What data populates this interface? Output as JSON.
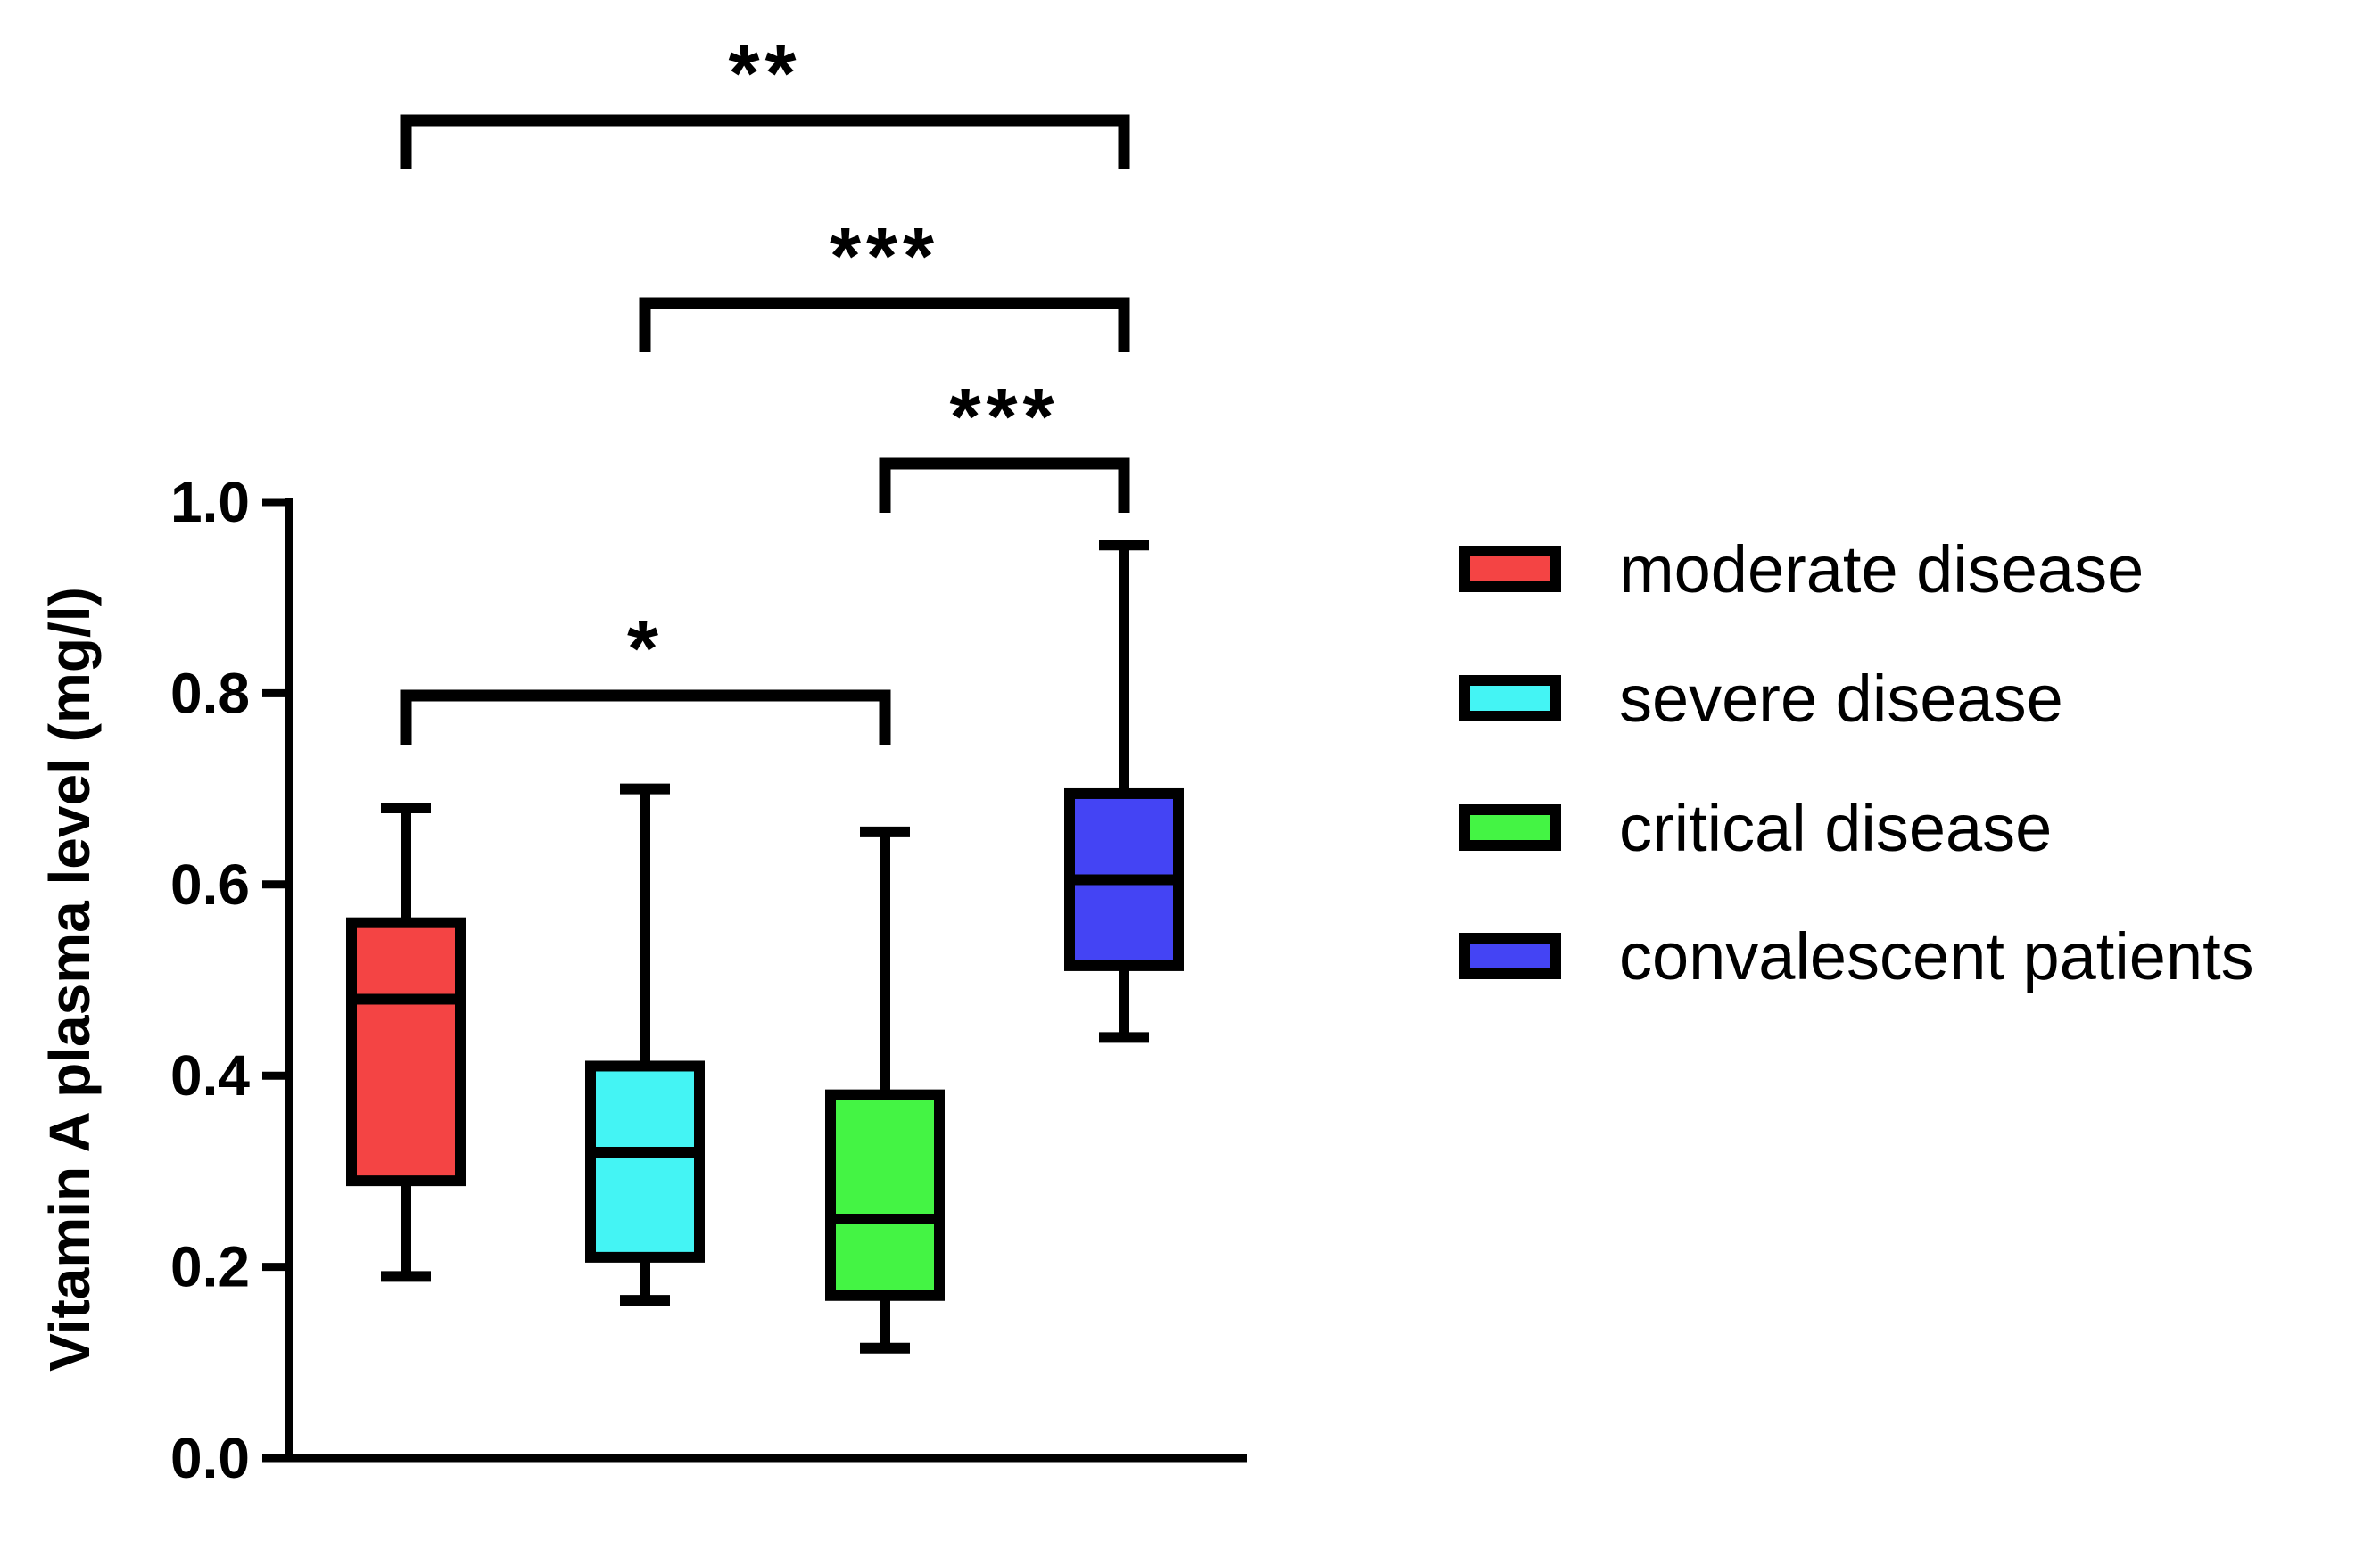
{
  "chart_data": {
    "type": "box",
    "ylabel": "Vitamin A plasma level (mg/l)",
    "ylim": [
      0,
      1.0
    ],
    "yticks": [
      "0.0",
      "0.2",
      "0.4",
      "0.6",
      "0.8",
      "1.0"
    ],
    "legend_position": "right",
    "series": [
      {
        "name": "moderate disease",
        "color": "#f44444",
        "min": 0.19,
        "q1": 0.29,
        "median": 0.48,
        "q3": 0.56,
        "max": 0.68
      },
      {
        "name": "severe disease",
        "color": "#44f4f4",
        "min": 0.165,
        "q1": 0.21,
        "median": 0.32,
        "q3": 0.41,
        "max": 0.7
      },
      {
        "name": "critical disease",
        "color": "#44f444",
        "min": 0.115,
        "q1": 0.17,
        "median": 0.25,
        "q3": 0.38,
        "max": 0.655
      },
      {
        "name": "convalescent patients",
        "color": "#4444f4",
        "min": 0.44,
        "q1": 0.515,
        "median": 0.605,
        "q3": 0.695,
        "max": 0.955
      }
    ],
    "significance": [
      {
        "from": 0,
        "to": 3,
        "label": "**"
      },
      {
        "from": 1,
        "to": 3,
        "label": "***"
      },
      {
        "from": 2,
        "to": 3,
        "label": "***"
      },
      {
        "from": 0,
        "to": 2,
        "label": "*"
      }
    ]
  }
}
